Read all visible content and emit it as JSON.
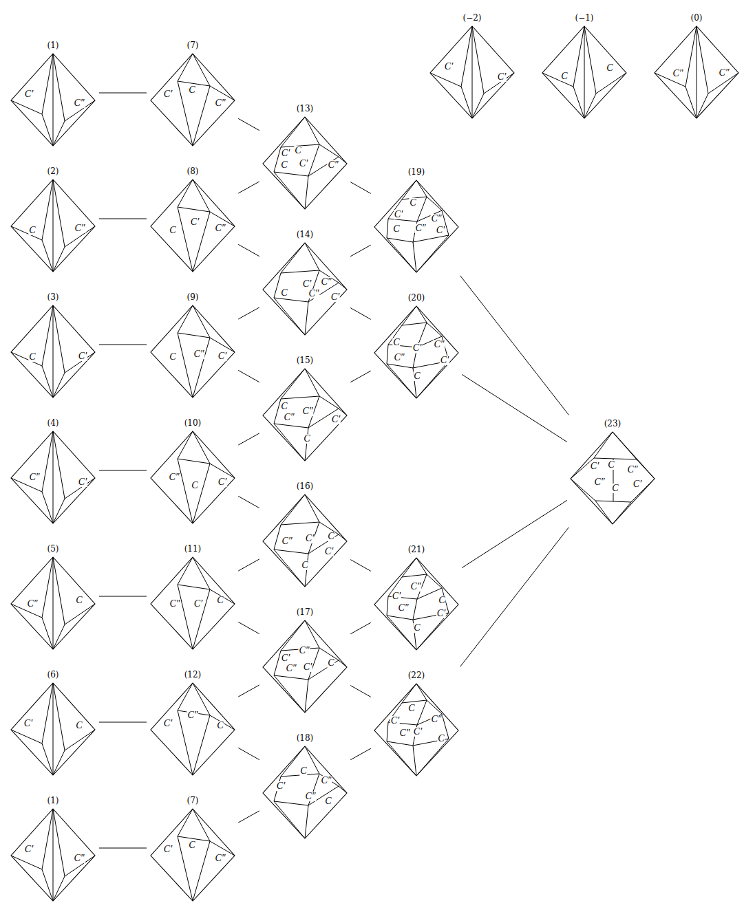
{
  "diagram": {
    "nodes": [
      {
        "text": [
          "(1)",
          "C′",
          "C″"
        ]
      },
      {
        "text": [
          "(7)",
          "C′",
          "C",
          "C″"
        ]
      },
      {
        "text": [
          "(−2)",
          "C′",
          "C′"
        ]
      },
      {
        "text": [
          "(−1)",
          "C",
          "C"
        ]
      },
      {
        "text": [
          "(0)",
          "C″",
          "C″"
        ]
      },
      {
        "text": [
          "(13)",
          "C′",
          "C",
          "C",
          "C′",
          "C″"
        ]
      },
      {
        "text": [
          "(2)",
          "C",
          "C″"
        ]
      },
      {
        "text": [
          "(8)",
          "C",
          "C′",
          "C″"
        ]
      },
      {
        "text": [
          "(19)",
          "C",
          "C′",
          "C",
          "C″",
          "C″",
          "C′"
        ]
      },
      {
        "text": [
          "(14)",
          "C",
          "C′",
          "C″",
          "C″",
          "C′"
        ]
      },
      {
        "text": [
          "(3)",
          "C",
          "C′"
        ]
      },
      {
        "text": [
          "(9)",
          "C",
          "C″",
          "C′"
        ]
      },
      {
        "text": [
          "(20)",
          "C",
          "C″",
          "C′",
          "C″",
          "C′",
          "C"
        ]
      },
      {
        "text": [
          "(15)",
          "C",
          "C″",
          "C″",
          "C′",
          "C"
        ]
      },
      {
        "text": [
          "(23)",
          "C′",
          "C",
          "C″",
          "C″",
          "C",
          "C′"
        ]
      },
      {
        "text": [
          "(4)",
          "C″",
          "C′"
        ]
      },
      {
        "text": [
          "(10)",
          "C″",
          "C",
          "C′"
        ]
      },
      {
        "text": [
          "(16)",
          "C″",
          "C′",
          "C",
          "C′",
          "C"
        ]
      },
      {
        "text": [
          "(5)",
          "C″",
          "C"
        ]
      },
      {
        "text": [
          "(11)",
          "C″",
          "C′",
          "C"
        ]
      },
      {
        "text": [
          "(21)",
          "C″",
          "C′",
          "C″",
          "C",
          "C′",
          "C"
        ]
      },
      {
        "text": [
          "(17)",
          "C″",
          "C′",
          "C″",
          "C′",
          "C"
        ]
      },
      {
        "text": [
          "(6)",
          "C′",
          "C"
        ]
      },
      {
        "text": [
          "(12)",
          "C′",
          "C″",
          "C"
        ]
      },
      {
        "text": [
          "(22)",
          "C",
          "C′",
          "C″",
          "C″",
          "C′",
          "C"
        ]
      },
      {
        "text": [
          "(18)",
          "C",
          "C″",
          "C′",
          "C″",
          "C"
        ]
      },
      {
        "text": [
          "(1)",
          "C′",
          "C″"
        ]
      },
      {
        "text": [
          "(7)",
          "C′",
          "C",
          "C″"
        ]
      }
    ],
    "edges": [
      {
        "from": 0,
        "to": 1,
        "arrow": "none"
      },
      {
        "from": 1,
        "to": 5,
        "arrow": "none"
      },
      {
        "from": 6,
        "to": 7,
        "arrow": "none"
      },
      {
        "from": 7,
        "to": 5,
        "arrow": "none"
      },
      {
        "from": 7,
        "to": 9,
        "arrow": "none"
      },
      {
        "from": 5,
        "to": 8,
        "arrow": "none"
      },
      {
        "from": 9,
        "to": 8,
        "arrow": "none"
      },
      {
        "from": 10,
        "to": 11,
        "arrow": "none"
      },
      {
        "from": 11,
        "to": 9,
        "arrow": "none"
      },
      {
        "from": 11,
        "to": 13,
        "arrow": "none"
      },
      {
        "from": 9,
        "to": 12,
        "arrow": "none"
      },
      {
        "from": 13,
        "to": 12,
        "arrow": "none"
      },
      {
        "from": 8,
        "to": 14,
        "arrow": "none"
      },
      {
        "from": 12,
        "to": 14,
        "arrow": "none"
      },
      {
        "from": 15,
        "to": 16,
        "arrow": "none"
      },
      {
        "from": 16,
        "to": 13,
        "arrow": "none"
      },
      {
        "from": 16,
        "to": 17,
        "arrow": "none"
      },
      {
        "from": 18,
        "to": 19,
        "arrow": "none"
      },
      {
        "from": 19,
        "to": 17,
        "arrow": "none"
      },
      {
        "from": 19,
        "to": 21,
        "arrow": "none"
      },
      {
        "from": 17,
        "to": 20,
        "arrow": "none"
      },
      {
        "from": 21,
        "to": 20,
        "arrow": "none"
      },
      {
        "from": 20,
        "to": 14,
        "arrow": "none"
      },
      {
        "from": 22,
        "to": 23,
        "arrow": "none"
      },
      {
        "from": 23,
        "to": 21,
        "arrow": "none"
      },
      {
        "from": 23,
        "to": 25,
        "arrow": "none"
      },
      {
        "from": 21,
        "to": 24,
        "arrow": "none"
      },
      {
        "from": 25,
        "to": 24,
        "arrow": "none"
      },
      {
        "from": 24,
        "to": 14,
        "arrow": "none"
      },
      {
        "from": 26,
        "to": 27,
        "arrow": "none"
      },
      {
        "from": 27,
        "to": 25,
        "arrow": "none"
      }
    ]
  }
}
